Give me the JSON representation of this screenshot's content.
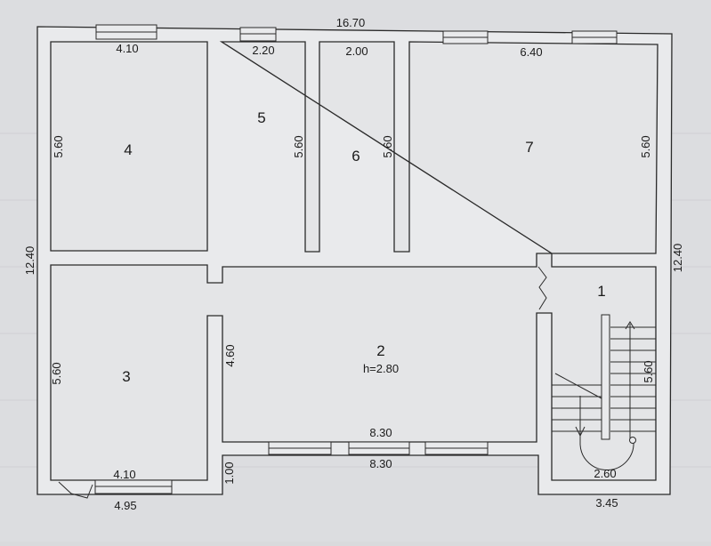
{
  "colors": {
    "paper": "#e6e7e9",
    "wall_fill": "#e9eaec",
    "wall_line": "#2a2a2a",
    "ink": "#1b1b1b"
  },
  "rooms": [
    {
      "id": "1",
      "label": "1"
    },
    {
      "id": "2",
      "label": "2",
      "note": "h=2.80"
    },
    {
      "id": "3",
      "label": "3"
    },
    {
      "id": "4",
      "label": "4"
    },
    {
      "id": "5",
      "label": "5"
    },
    {
      "id": "6",
      "label": "6"
    },
    {
      "id": "7",
      "label": "7"
    }
  ],
  "dimensions": {
    "overall_width": "16.70",
    "overall_height_left": "12.40",
    "overall_height_right": "12.40",
    "room4_width": "4.10",
    "room4_height": "5.60",
    "room5_width": "2.20",
    "room5_height": "5.60",
    "room6_width": "2.00",
    "room6_height": "5.60",
    "room7_width": "6.40",
    "room7_height": "5.60",
    "room3_height": "5.60",
    "room3_width": "4.10",
    "bottom_left_width": "4.95",
    "corridor_height": "4.60",
    "hall_width_upper": "8.30",
    "hall_width_lower": "8.30",
    "step_offset": "1.00",
    "stair_height": "5.60",
    "stair_width": "2.60",
    "stair_outer_width": "3.45"
  }
}
